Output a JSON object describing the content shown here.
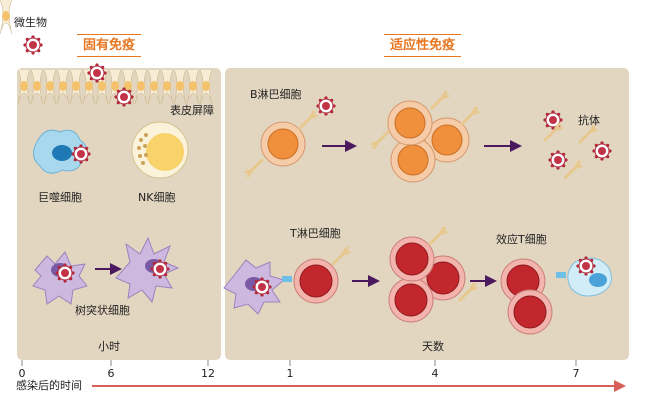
{
  "legend": {
    "microbe": "微生物"
  },
  "sections": {
    "innate": "固有免疫",
    "adaptive": "适应性免疫"
  },
  "innate_labels": {
    "epithelial_barrier": "表皮屏障",
    "macrophage": "巨噬细胞",
    "nk_cell": "NK细胞",
    "dendritic_cell": "树突状细胞",
    "unit": "小时"
  },
  "adaptive_labels": {
    "b_cell": "B淋巴细胞",
    "antibody": "抗体",
    "t_cell": "T淋巴细胞",
    "effector_t": "效应T细胞",
    "unit": "天数"
  },
  "timeline": {
    "label": "感染后的时间",
    "ticks_hours": [
      "0",
      "6",
      "12"
    ],
    "ticks_days": [
      "1",
      "4",
      "7"
    ]
  },
  "colors": {
    "accent": "#e87722",
    "panel": "#e3d6c1",
    "arrow": "#d9605a",
    "virus": "#b0283a"
  }
}
